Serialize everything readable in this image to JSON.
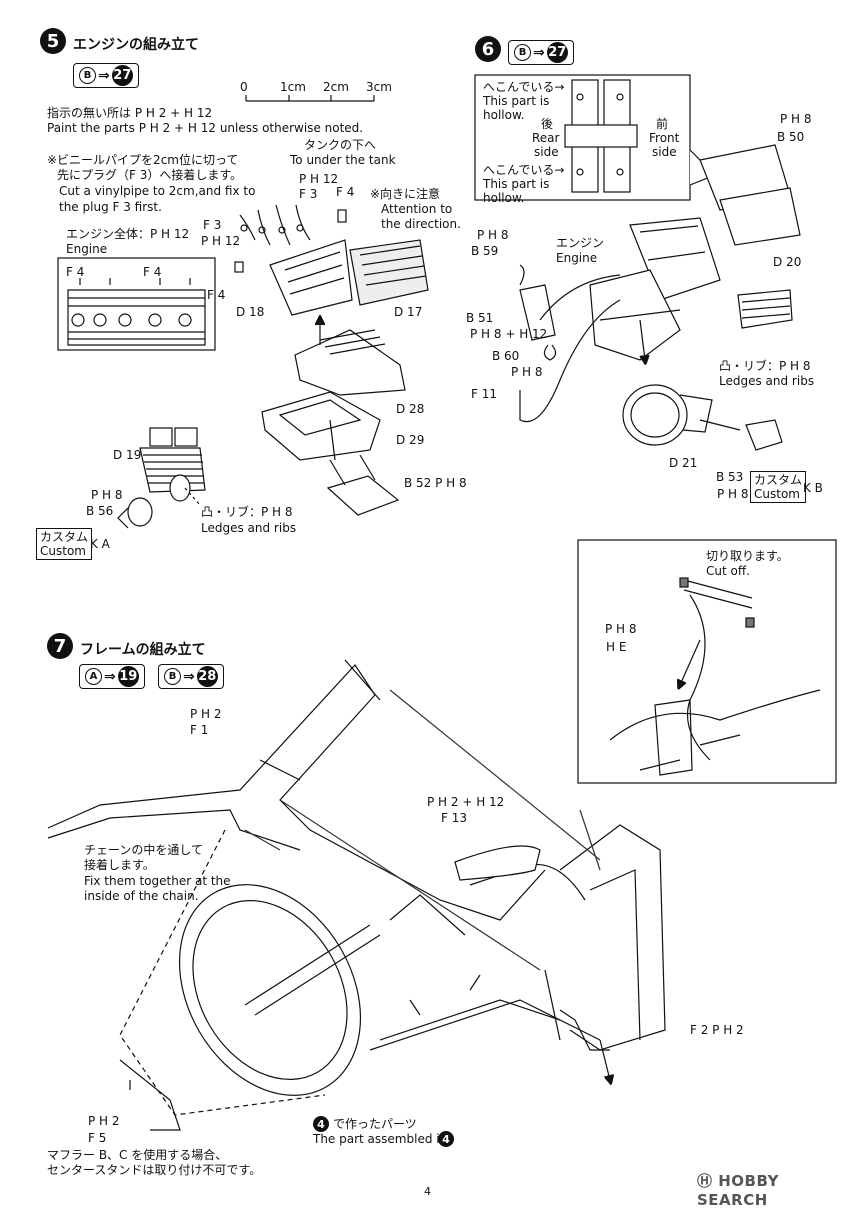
{
  "step5": {
    "num": "5",
    "title": "エンジンの組み立て",
    "ref": {
      "letter": "B",
      "arrow": "⇒",
      "page": "27"
    },
    "scale": [
      "0",
      "1cm",
      "2cm",
      "3cm"
    ],
    "paint_jp": "指示の無い所は P H 2 + H 12",
    "paint_en": "Paint the parts P H 2 + H 12 unless otherwise noted.",
    "vinyl_jp1": "※ビニールパイプを2cm位に切って",
    "vinyl_jp2": "先にプラグ（F 3）へ接着します。",
    "vinyl_en1": "Cut a vinylpipe to 2cm,and fix to",
    "vinyl_en2": "the plug F 3 first.",
    "tank_jp": "タンクの下へ",
    "tank_en": "To under the tank",
    "attention_jp": "※向きに注意",
    "attention_en1": "Attention to",
    "attention_en2": "the direction.",
    "engine_all_jp": "エンジン全体：P H 12",
    "engine_all_en": "Engine",
    "inset_f4_left": "F 4",
    "inset_f4_right": "F 4",
    "ph12_a": "P H 12",
    "f3_a": "F 3",
    "f4_a": "F 4",
    "f3_b": "F 3",
    "ph12_b": "P H 12",
    "f4_b": "F 4",
    "d18": "D 18",
    "d17": "D 17",
    "d28": "D 28",
    "d29": "D 29",
    "d19": "D 19",
    "ph8_a": "P H 8",
    "b56": "B 56",
    "b52": "B 52  P H 8",
    "ribs_jp": "凸・リブ：P H 8",
    "ribs_en": "Ledges and ribs",
    "custom_jp": "カスタム",
    "custom_en": "Custom",
    "custom_k": "K A"
  },
  "step6": {
    "num": "6",
    "ref": {
      "letter": "B",
      "arrow": "⇒",
      "page": "27"
    },
    "hollow1_jp": "へこんでいる→",
    "hollow1_en1": "This part is",
    "hollow1_en2": "hollow.",
    "rear_jp": "後",
    "rear_en1": "Rear",
    "rear_en2": "side",
    "front_jp": "前",
    "front_en1": "Front",
    "front_en2": "side",
    "hollow2_jp": "へこんでいる→",
    "hollow2_en1": "This part is",
    "hollow2_en2": "hollow.",
    "ph8_top": "P H 8",
    "b50": "B 50",
    "ph8_b59": "P H 8",
    "b59": "B 59",
    "engine_jp": "エンジン",
    "engine_en": "Engine",
    "d20": "D 20",
    "b51": "B 51",
    "ph8_ph12": "P H 8 + H 12",
    "b60": "B 60",
    "ph8_b60": "P H 8",
    "f11": "F 11",
    "ribs_jp": "凸・リブ：P H 8",
    "ribs_en": "Ledges and ribs",
    "d21": "D 21",
    "b53": "B 53",
    "ph8_b53": "P H 8",
    "custom_jp": "カスタム",
    "custom_en": "Custom",
    "custom_k": "K B"
  },
  "step7": {
    "num": "7",
    "title": "フレームの組み立て",
    "refs": [
      {
        "letter": "A",
        "arrow": "⇒",
        "page": "19"
      },
      {
        "letter": "B",
        "arrow": "⇒",
        "page": "28"
      }
    ],
    "ph2_f1": "P H 2",
    "f1": "F 1",
    "ph2_h12": "P H 2 + H 12",
    "f13": "F 13",
    "chain_jp1": "チェーンの中を通して",
    "chain_jp2": "接着します。",
    "chain_en1": "Fix them together at the",
    "chain_en2": "inside of the chain.",
    "cutoff_jp": "切り取ります。",
    "cutoff_en": "Cut off.",
    "ph8_he": "P H 8",
    "he": "H E",
    "f2": "F 2  P H 2",
    "ph2_f5": "P H 2",
    "f5": "F 5",
    "muffler_jp1": "マフラー B、C を使用する場合、",
    "muffler_jp2": "センタースタンドは取り付け不可です。",
    "part4_jp": "で作ったパーツ",
    "part4_en": "The part assembled in",
    "part4_num": "4"
  },
  "footer": {
    "page": "4",
    "watermark": "HOBBY SEARCH"
  }
}
